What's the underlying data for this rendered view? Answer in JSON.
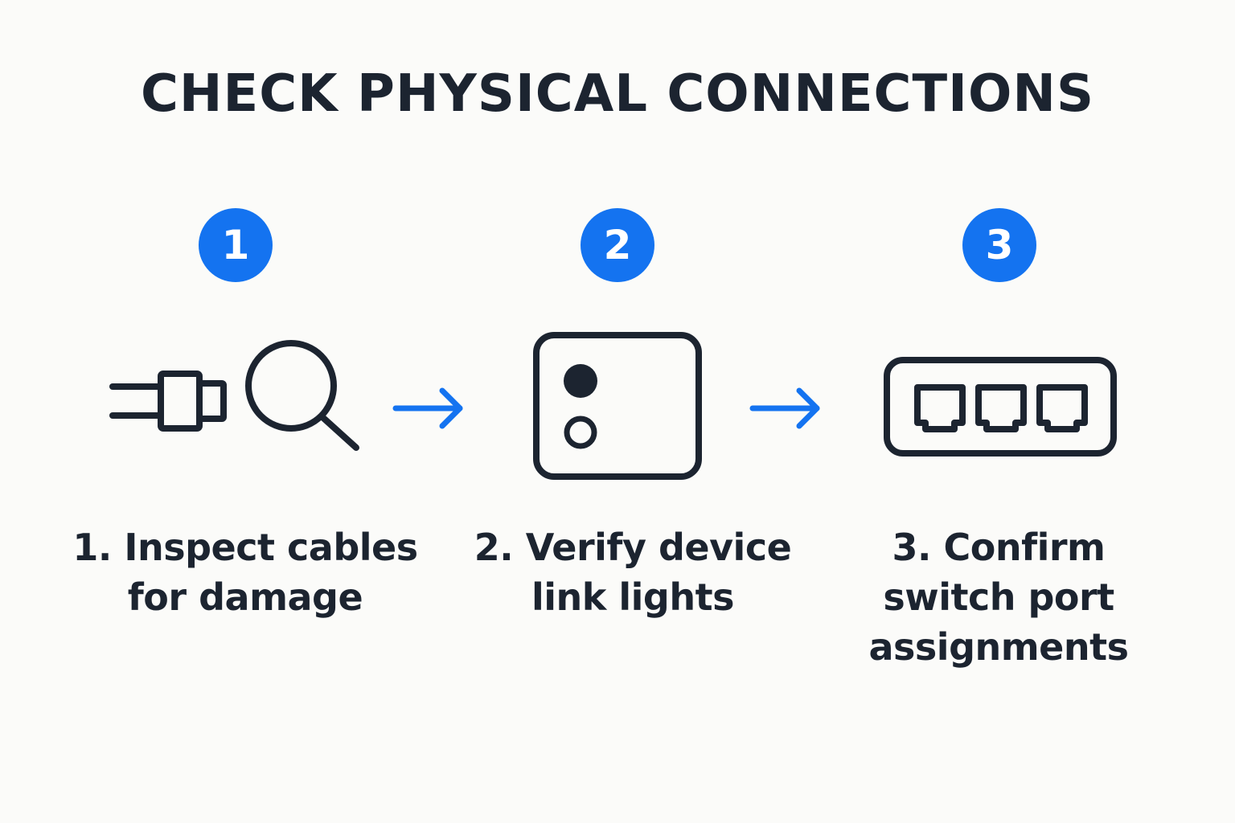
{
  "title": "CHECK PHYSICAL CONNECTIONS",
  "colors": {
    "accent": "#1473f0",
    "ink": "#1c2430",
    "background": "#fbfbf9"
  },
  "steps": [
    {
      "number": "1",
      "label_lines": [
        "1. Inspect cables",
        "for damage"
      ],
      "icons": [
        "plug-icon",
        "magnifier-icon"
      ]
    },
    {
      "number": "2",
      "label_lines": [
        "2. Verify device",
        "link lights"
      ],
      "icons": [
        "device-lights-icon"
      ]
    },
    {
      "number": "3",
      "label_lines": [
        "3. Confirm",
        "switch port",
        "assignments"
      ],
      "icons": [
        "network-switch-icon"
      ]
    }
  ],
  "connectors": [
    "arrow-right-icon",
    "arrow-right-icon"
  ]
}
